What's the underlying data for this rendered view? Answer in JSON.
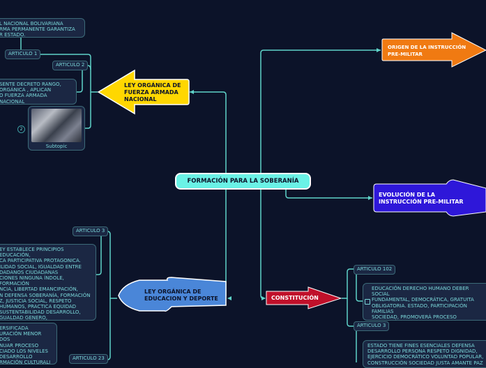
{
  "central": {
    "label": "FORMACIÓN PARA LA SOBERANÍA"
  },
  "branches": {
    "fuerza_armada": {
      "label_lines": [
        "LEY ORGÁNICA DE",
        "FUERZA ARMADA",
        "NACIONAL"
      ],
      "color": "#ffd700",
      "articles": [
        {
          "tag": "ARTICULO 1",
          "text": "L NACIONAL BOLIVARIANA\nRMA PERMANENTE GARANTIZA\nR ESTADO."
        },
        {
          "tag": "ARTICULO 2",
          "text": "SENTE DECRETO RANGO,\nORGÁNICA , APLICAN\nO FUERZA ARMADA NACIONAL"
        }
      ],
      "image_topic": {
        "caption": "Subtopic",
        "badge": "2"
      }
    },
    "origen": {
      "label_lines": [
        "ORIGEN DE LA INSTRUCCIÓN",
        "PRE-MILITAR"
      ],
      "color": "#f07a12"
    },
    "evolucion": {
      "label_lines": [
        "EVOLUCIÓN DE LA",
        "INSTRUCCIÓN PRE-MILITAR"
      ],
      "color": "#2e17d9"
    },
    "educacion": {
      "label_lines": [
        "LEY ORGÁNICA DE",
        "EDUCACION Y DEPORTE"
      ],
      "color": "#4a86d8",
      "articles": [
        {
          "tag": "ARTICULO 3",
          "text": "EY ESTABLECE PRINCIPIOS EDUCACIÓN,\nCA PARTICIPATIVA PROTAGONICA.\nILIDAD SOCIAL, IGUALDAD ENTRE\nDADANOS CIUDADANAS\nCIONES NINGUNA ÍNDOLE, FORMACIÓN\nNCIA, LIBERTAD EMANCIPACIÓN,\nN DEFENSA SOBERANÍA, FORMACIÓN\nZ, JUSTICIA SOCIAL, RESPETO\nHUMANOS, PRACTICA EQUIDAD\n SUSTENTABILIDAD DESARROLLO,\nGUALDAD GENERO, FORTALECIMIENTO\nNACIONAL, LEALTAD PATRIA\nN LATINOAMERICANA CARIBEÑA."
        },
        {
          "tag": "ARTICULO 23",
          "text": "ERSIFICADA\nURACIÓN MENOR DOS\nNUAR PROCESO\nCIADO LOS NIVELES\n DESARROLLO\nRMACIÓN CULTURALI\nADES DEFINA CAMPO"
        }
      ]
    },
    "constitucion": {
      "label": "CONSTITUCIÓN",
      "color": "#c0102a",
      "articles": [
        {
          "tag": "ARTICULO 102",
          "text": "EDUCACIÓN DERECHO HUMANO DEBER SOCIAL\nFUNDAMENTAL, DEMOCRÁTICA, GRATUITA\nOBLIGATORIA. ESTADO, PARTICIPACIÓN FAMILIAS\nSOCIEDAD, PROMOVERÁ PROCESO EDUCACIÓN\nCIUDADANA, ACUERDO PRINCIPIOS CONTENIDOS\nCONSTITUCIÓN LEY."
        },
        {
          "tag": "ARTICULO 3",
          "text": "ESTADO TIENE FINES ESENCIALES DEFENSA\nDESARROLLO PERSONA RESPETO DIGNIDAD,\nEJERCICIO DEMOCRÁTICO VOLUNTAD POPULAR,\nCONSTRUCCIÓN SOCIEDAD JUSTA AMANTE PAZ"
        }
      ]
    }
  },
  "colors": {
    "background": "#0c1329",
    "connector": "#5fd3c9",
    "central": "#6af2e6"
  }
}
